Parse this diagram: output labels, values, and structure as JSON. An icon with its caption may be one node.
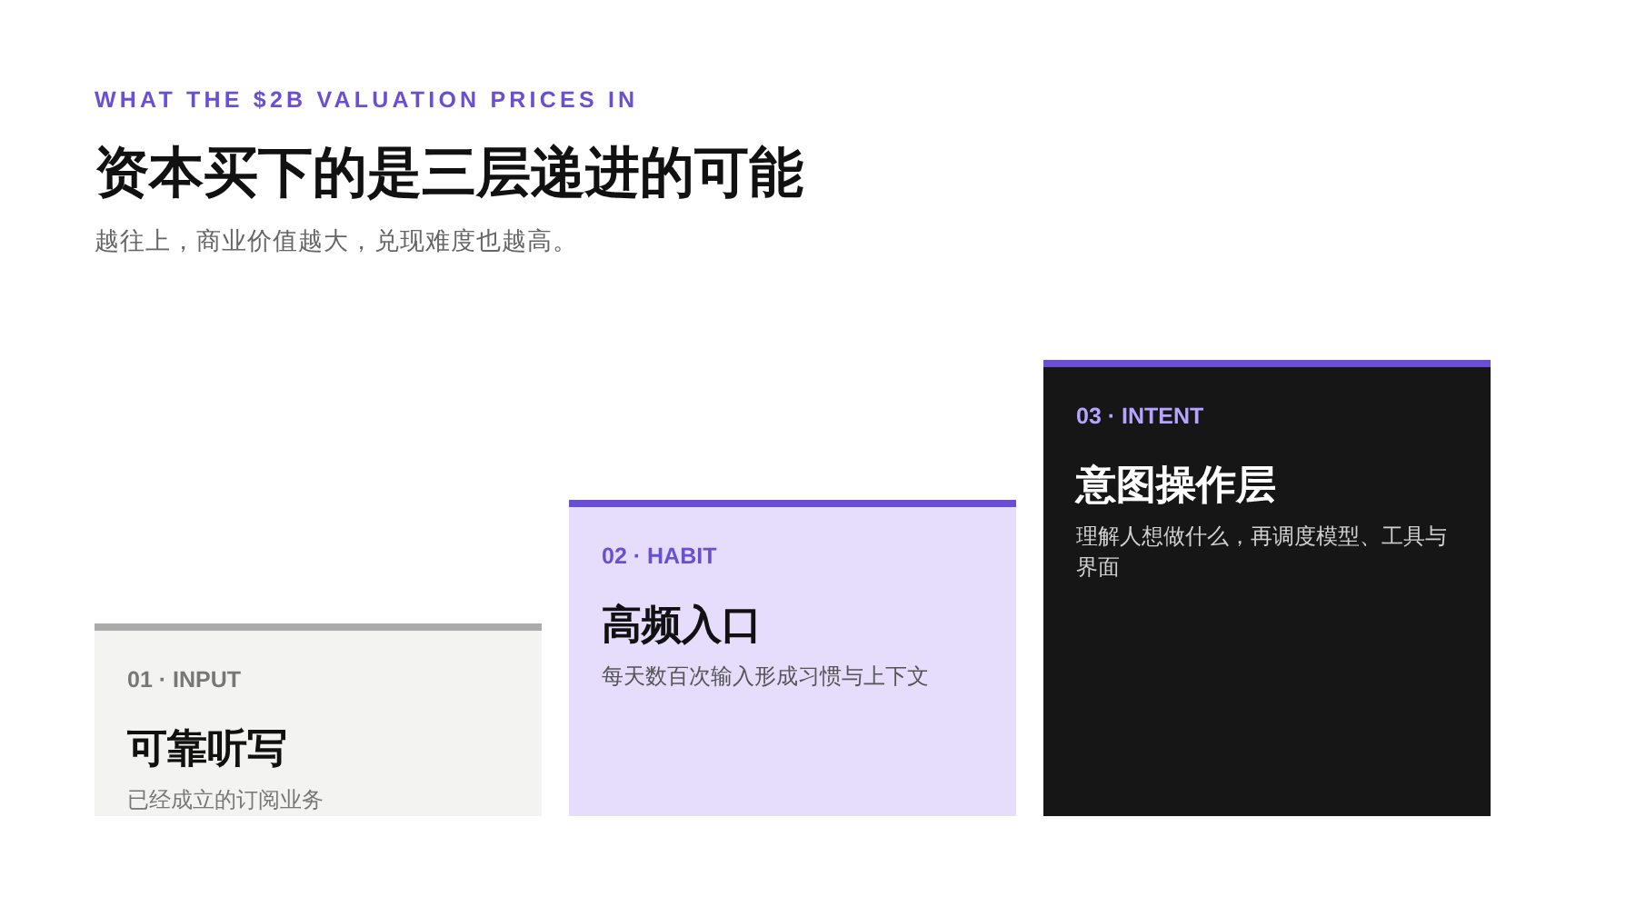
{
  "diagram": {
    "title": "资本买下的是三层递进的可能",
    "nodes": [
      {
        "text": [
          "01 · INPUT",
          "可靠听写",
          "已经成立的订阅业务"
        ]
      },
      {
        "text": [
          "02 · HABIT",
          "高频入口",
          "每天数百次输入形成习惯与上下文"
        ]
      },
      {
        "text": [
          "03 · INTENT",
          "意图操作层",
          "理解人想做什么，再调度模型、工具与界面"
        ]
      }
    ],
    "edges": [],
    "labels": [
      "WHAT THE $2B VALUATION PRICES IN",
      "越往上，商业价值越大，兑现难度也越高。"
    ]
  }
}
